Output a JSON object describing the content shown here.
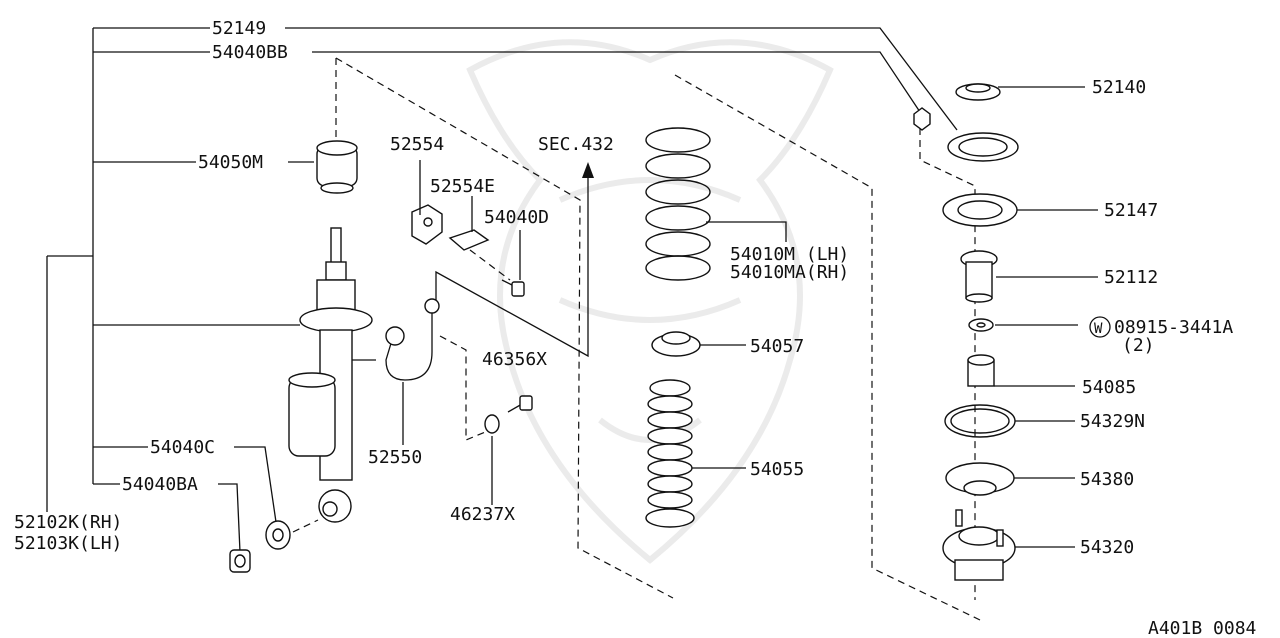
{
  "diagram": {
    "figure_code": "A401B 0084",
    "section_ref": "SEC.432",
    "parts": {
      "p52149": "52149",
      "p54040BB": "54040BB",
      "p54050M": "54050M",
      "p52554": "52554",
      "p52554E": "52554E",
      "p54040D": "54040D",
      "p54010M": "54010M (LH)",
      "p54010MA": "54010MA(RH)",
      "p54057": "54057",
      "p46356X": "46356X",
      "p52550": "52550",
      "p46237X": "46237X",
      "p54055": "54055",
      "p54040C": "54040C",
      "p54040BA": "54040BA",
      "p52102K": "52102K(RH)",
      "p52103K": "52103K(LH)",
      "p52140": "52140",
      "p52147": "52147",
      "p52112": "52112",
      "p08915_symbol": "W",
      "p08915": "08915-3441A",
      "p08915_qty": "(2)",
      "p54085": "54085",
      "p54329N": "54329N",
      "p54380": "54380",
      "p54320": "54320"
    }
  }
}
